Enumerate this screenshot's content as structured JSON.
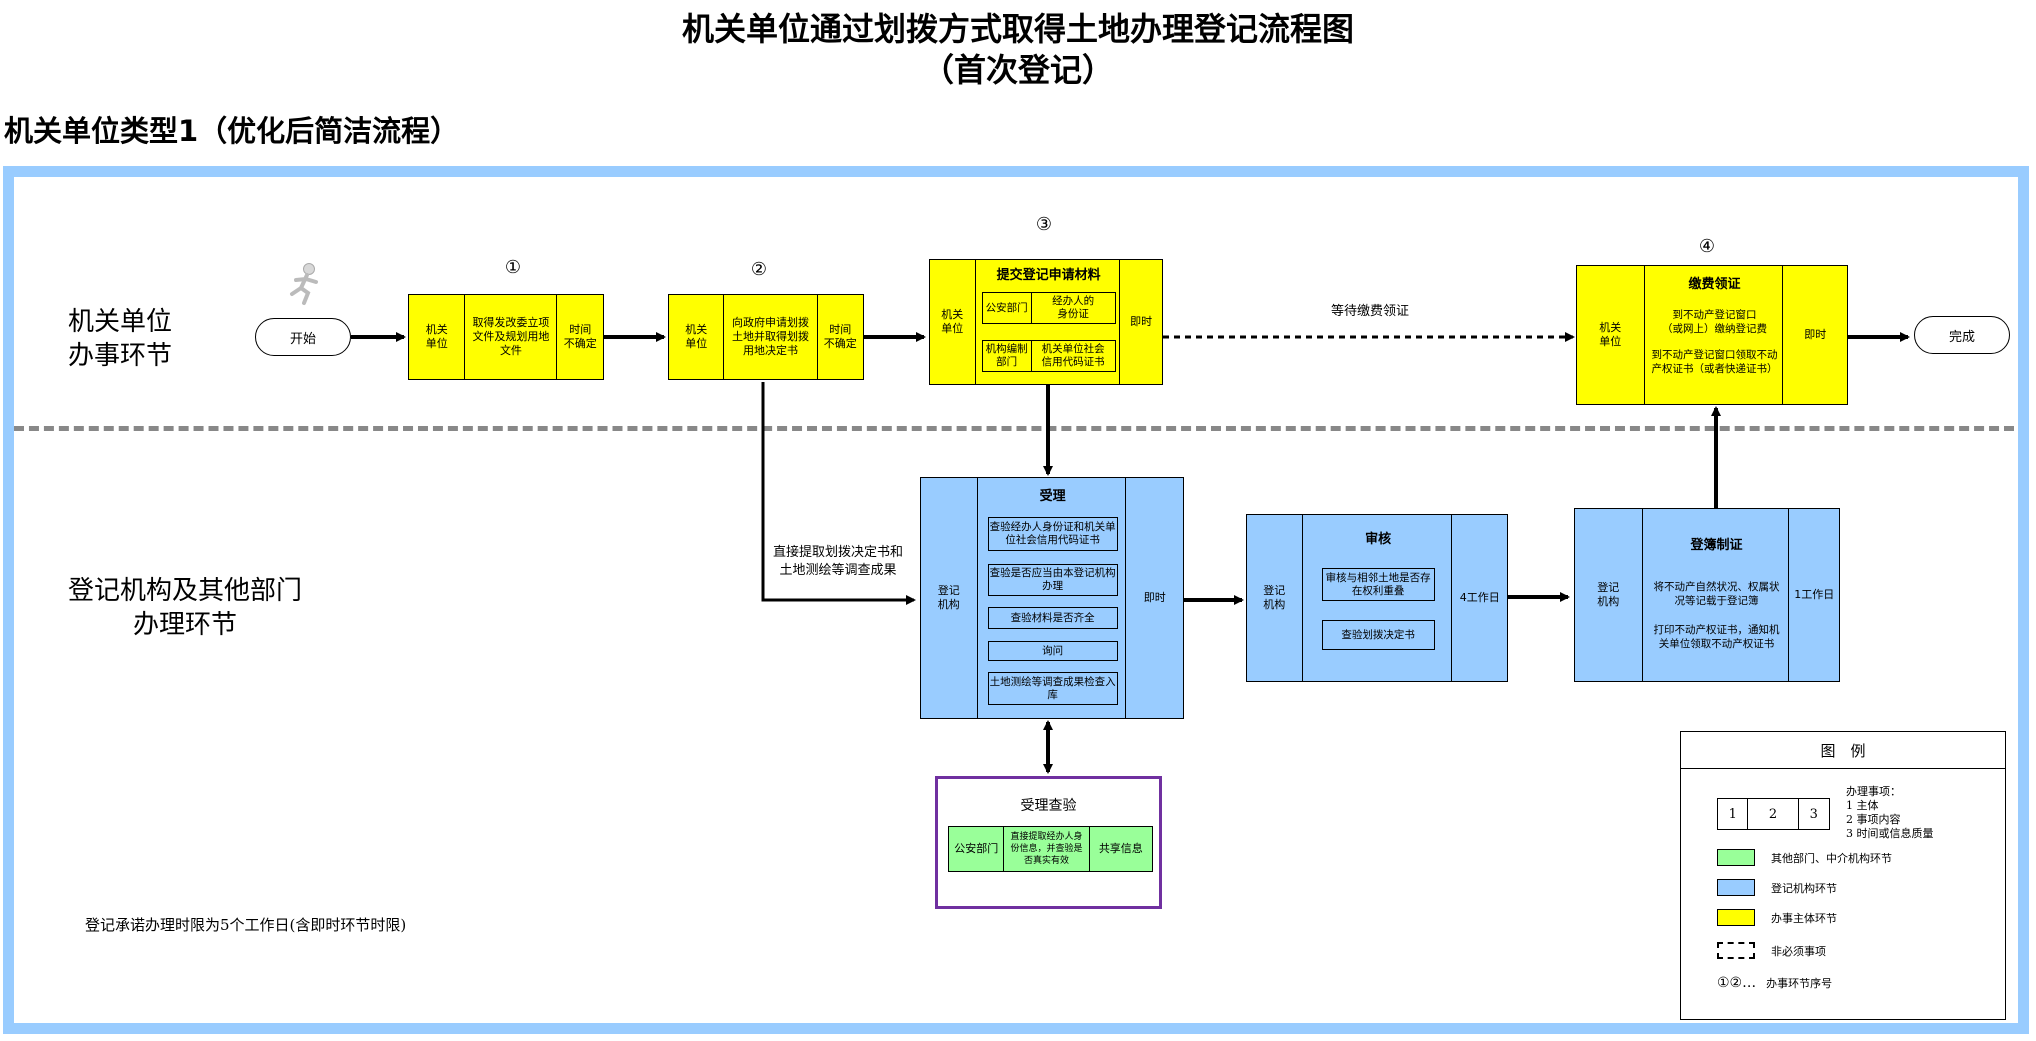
{
  "title": {
    "line1": "机关单位通过划拨方式取得土地办理登记流程图",
    "line2": "（首次登记）"
  },
  "subtitle": "机关单位类型1（优化后简洁流程）",
  "lanes": {
    "top": [
      "机关单位",
      "办事环节"
    ],
    "bottom": [
      "登记机构及其他部门",
      "办理环节"
    ]
  },
  "start": "开始",
  "end": "完成",
  "steps": {
    "s1": {
      "num": "①",
      "subject": "机关\n单位",
      "content": "取得发改委立项文件及规划用地文件",
      "time": "时间\n不确定"
    },
    "s2": {
      "num": "②",
      "subject": "机关\n单位",
      "content": "向政府申请划拨土地并取得划拨用地决定书",
      "time": "时间\n不确定"
    },
    "s3": {
      "num": "③",
      "subject": "机关\n单位",
      "title": "提交登记申请材料",
      "items": [
        [
          "公安部门",
          "经办人的\n身份证"
        ],
        [
          "机构编制\n部门",
          "机关单位社会\n信用代码证书"
        ]
      ],
      "time": "即时"
    },
    "s4": {
      "num": "④",
      "subject": "机关\n单位",
      "title": "缴费领证",
      "items": [
        "到不动产登记窗口\n（或网上）缴纳登记费",
        "到不动产登记窗口领取不动产权证书（或者快递证书）"
      ],
      "time": "即时"
    }
  },
  "accept": {
    "subject": "登记\n机构",
    "title": "受理",
    "items": [
      "查验经办人身份证和机关单位社会信用代码证书",
      "查验是否应当由本登记机构办理",
      "查验材料是否齐全",
      "询问",
      "土地测绘等调查成果检查入库"
    ],
    "time": "即时"
  },
  "review": {
    "subject": "登记\n机构",
    "title": "审核",
    "items": [
      "审核与相邻土地是否存在权利重叠",
      "查验划拨决定书"
    ],
    "time": "4工作日"
  },
  "register": {
    "subject": "登记\n机构",
    "title": "登簿制证",
    "items": [
      "将不动产自然状况、权属状况等记载于登记簿",
      "打印不动产权证书，通知机关单位领取不动产权证书"
    ],
    "time": "1工作日"
  },
  "verify": {
    "title": "受理查验",
    "subject": "公安部门",
    "content": "直接提取经办人身份信息，并查验是否真实有效",
    "time": "共享信息"
  },
  "labels": {
    "wait": "等待缴费领证",
    "direct": [
      "直接提取划拨决定书和",
      "土地测绘等调查成果"
    ]
  },
  "note": "登记承诺办理时限为5个工作日(含即时环节时限)",
  "legend": {
    "title": "图　例",
    "cells": [
      "1",
      "2",
      "3"
    ],
    "desc": [
      "办理事项：",
      "1 主体",
      "2 事项内容",
      "3 时间或信息质量"
    ],
    "rows": [
      "其他部门、中介机构环节",
      "登记机构环节",
      "办事主体环节",
      "非必须事项",
      "办事环节序号"
    ],
    "seq_symbols": "①②…",
    "colors": {
      "green": "#99ff99",
      "blue": "#99ccff",
      "yellow": "#ffff00"
    }
  },
  "icon": "running-person-icon"
}
